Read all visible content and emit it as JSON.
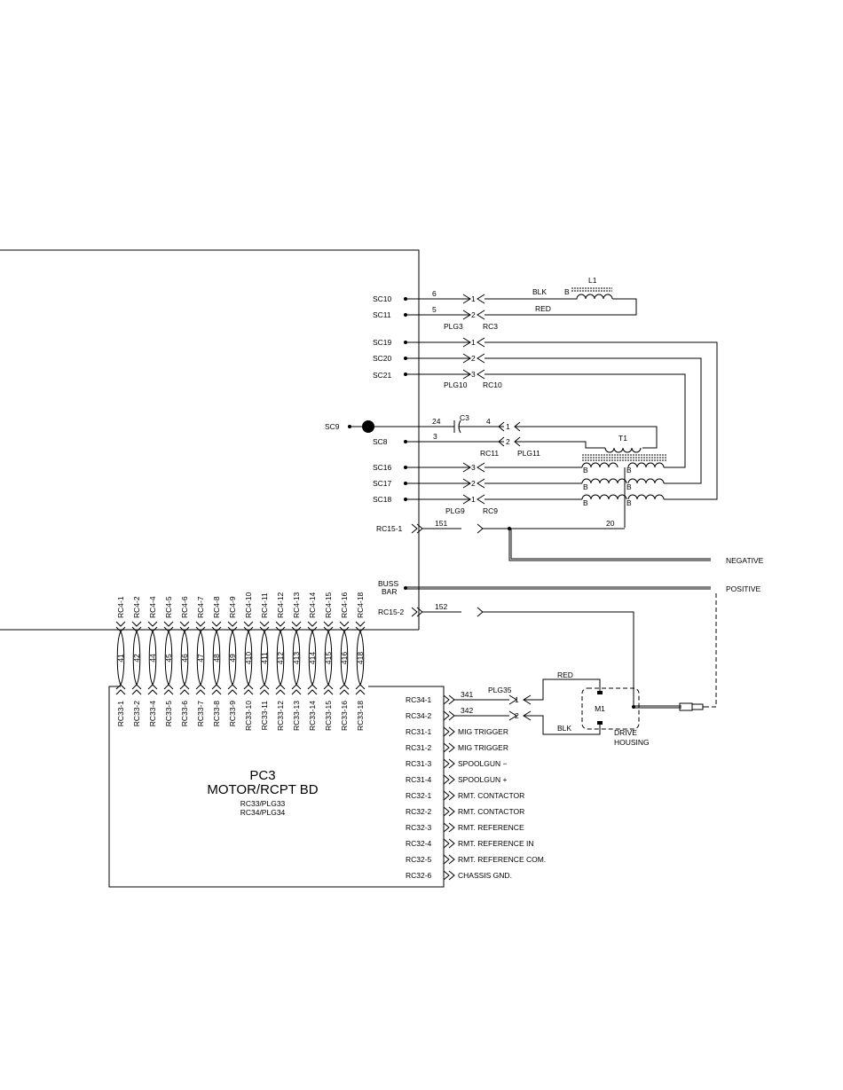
{
  "sc_connector_top": {
    "rows": [
      {
        "label": "SC10",
        "wire": "6",
        "pin": "1",
        "color": "BLK"
      },
      {
        "label": "SC11",
        "wire": "5",
        "pin": "2",
        "color": "RED"
      }
    ],
    "plug": "PLG3",
    "receptacle": "RC3"
  },
  "inductor": {
    "name": "L1",
    "dot": "B"
  },
  "sc_connector_10": {
    "rows": [
      {
        "label": "SC19",
        "pin": "1"
      },
      {
        "label": "SC20",
        "pin": "2"
      },
      {
        "label": "SC21",
        "pin": "3"
      }
    ],
    "plug": "PLG10",
    "receptacle": "RC10"
  },
  "capacitor_section": {
    "sc9": "SC9",
    "sc8": "SC8",
    "cap": "C3",
    "wire_24": "24",
    "wire_4": "4",
    "wire_3": "3",
    "pin_1": "1",
    "pin_2": "2",
    "receptacle": "RC11",
    "plug": "PLG11"
  },
  "transformer": {
    "name": "T1",
    "dot": "B"
  },
  "sc_connector_9": {
    "rows": [
      {
        "label": "SC16",
        "pin": "3"
      },
      {
        "label": "SC17",
        "pin": "2"
      },
      {
        "label": "SC18",
        "pin": "1"
      }
    ],
    "plug": "PLG9",
    "receptacle": "RC9"
  },
  "rc15": {
    "pin1": "RC15-1",
    "wire1": "151",
    "wire20": "20",
    "pin2": "RC15-2",
    "wire2": "152"
  },
  "terminals": {
    "negative": "NEGATIVE",
    "positive": "POSITIVE",
    "buss": "BUSS",
    "bar": "BAR"
  },
  "rc4_labels": [
    "RC4-1",
    "RC4-2",
    "RC4-4",
    "RC4-5",
    "RC4-6",
    "RC4-7",
    "RC4-8",
    "RC4-9",
    "RC4-10",
    "RC4-11",
    "RC4-12",
    "RC4-13",
    "RC4-14",
    "RC4-15",
    "RC4-16",
    "RC4-18"
  ],
  "wire_numbers": [
    "41",
    "42",
    "44",
    "45",
    "46",
    "47",
    "48",
    "49",
    "410",
    "411",
    "412",
    "413",
    "414",
    "415",
    "416",
    "418"
  ],
  "rc33_labels": [
    "RC33-1",
    "RC33-2",
    "RC33-4",
    "RC33-5",
    "RC33-6",
    "RC33-7",
    "RC33-8",
    "RC33-9",
    "RC33-10",
    "RC33-11",
    "RC33-12",
    "RC33-13",
    "RC33-14",
    "RC33-15",
    "RC33-16",
    "RC33-18"
  ],
  "board": {
    "title": "PC3",
    "subtitle": "MOTOR/RCPT BD",
    "conn1": "RC33/PLG33",
    "conn2": "RC34/PLG34"
  },
  "motor_section": {
    "rc34_1": "RC34-1",
    "rc34_2": "RC34-2",
    "wire_341": "341",
    "wire_342": "342",
    "plug": "PLG35",
    "pin_1": "1",
    "pin_2": "2",
    "red": "RED",
    "blk": "BLK",
    "motor": "M1",
    "housing_1": "DRIVE",
    "housing_2": "HOUSING"
  },
  "signal_rows": [
    {
      "pin": "RC31-1",
      "desc": "MIG TRIGGER"
    },
    {
      "pin": "RC31-2",
      "desc": "MIG TRIGGER"
    },
    {
      "pin": "RC31-3",
      "desc": "SPOOLGUN  −"
    },
    {
      "pin": "RC31-4",
      "desc": "SPOOLGUN  +"
    },
    {
      "pin": "RC32-1",
      "desc": "RMT. CONTACTOR"
    },
    {
      "pin": "RC32-2",
      "desc": "RMT. CONTACTOR"
    },
    {
      "pin": "RC32-3",
      "desc": "RMT. REFERENCE"
    },
    {
      "pin": "RC32-4",
      "desc": "RMT. REFERENCE IN"
    },
    {
      "pin": "RC32-5",
      "desc": "RMT. REFERENCE COM."
    },
    {
      "pin": "RC32-6",
      "desc": "CHASSIS GND."
    }
  ]
}
